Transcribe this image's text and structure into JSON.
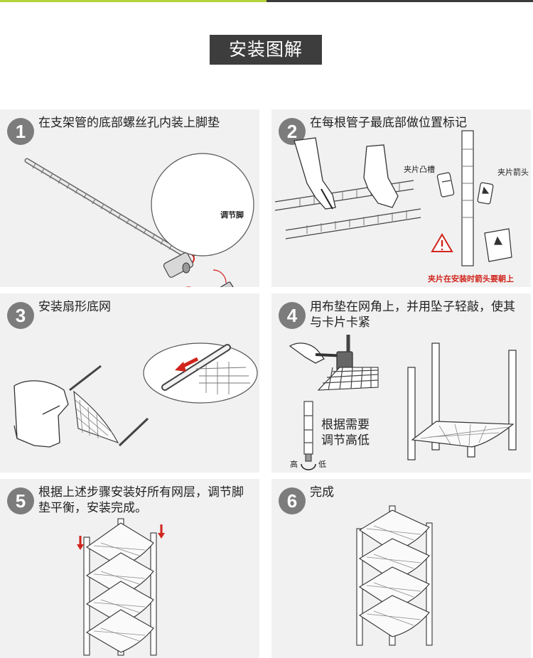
{
  "title": "安装图解",
  "steps": [
    {
      "number": "1",
      "text": "在支架管的底部螺丝孔内装上脚垫",
      "labels": {
        "foot": "调节脚"
      }
    },
    {
      "number": "2",
      "text": "在每根管子最底部做位置标记",
      "labels": {
        "clip_groove": "夹片凸槽",
        "clip_arrow": "夹片箭头",
        "warning": "夹片在安装时箭头要朝上"
      }
    },
    {
      "number": "3",
      "text": "安装扇形底网"
    },
    {
      "number": "4",
      "text": "用布垫在网角上，并用坠子轻敲，使其与卡片卡紧",
      "labels": {
        "adjust_line1": "根据需要",
        "adjust_line2": "调节高低",
        "high": "高",
        "low": "低"
      }
    },
    {
      "number": "5",
      "text": "根据上述步骤安装好所有网层，调节脚垫平衡，安装完成。"
    },
    {
      "number": "6",
      "text": "完成"
    }
  ],
  "colors": {
    "accent_green": "#b4d23a",
    "badge": "#7c7c7c",
    "title_bg": "#3d3d3d",
    "arrow_red": "#d0241c",
    "panel_bg": "#f1f1f1"
  }
}
